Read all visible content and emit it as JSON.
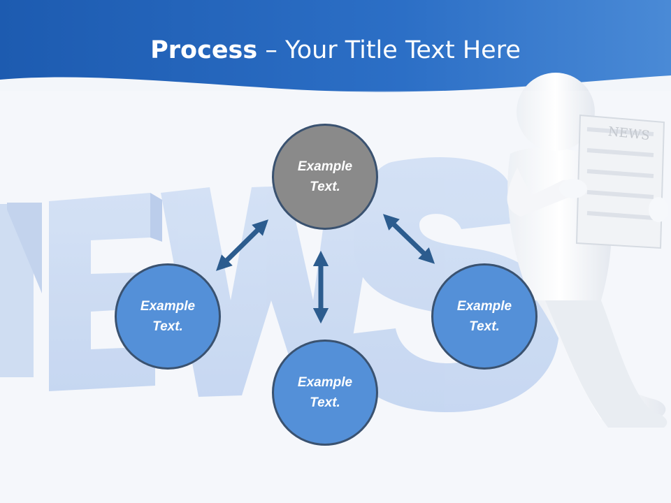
{
  "slide": {
    "title_bold": "Process",
    "title_rest": " – Your Title Text Here",
    "accent_color": "#2d6ec4",
    "circle_blue_color": "#5490d8",
    "circle_gray_color": "#8a8a8a",
    "arrow_color": "#2c5c8e"
  },
  "circles": {
    "top": "Example Text.",
    "left": "Example Text.",
    "right": "Example Text.",
    "bottom": "Example Text."
  },
  "background": {
    "word_icon": "news-3d-letters",
    "figure_icon": "person-reading-newspaper"
  }
}
